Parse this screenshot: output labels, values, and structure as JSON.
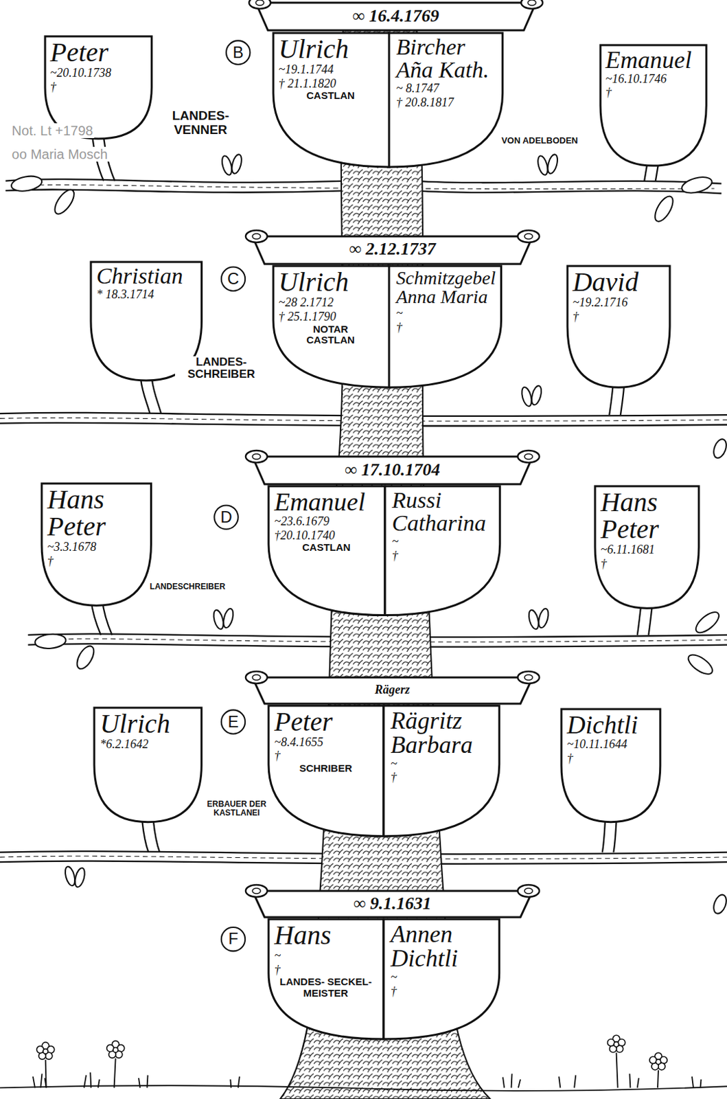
{
  "diagram": {
    "nodes": [
      {
        "text": [
          "∞ 16.4.1769"
        ]
      },
      {
        "text": [
          "Peter",
          "~20.10.1738",
          "†"
        ]
      },
      {
        "text": [
          "Ulrich",
          "~19.1.1744",
          "† 21.1.1820",
          "CASTLAN"
        ]
      },
      {
        "text": [
          "Bircher",
          "Aña Kath.",
          "~ 8.1747",
          "† 20.8.1817"
        ]
      },
      {
        "text": [
          "Emanuel",
          "~16.10.1746",
          "†"
        ]
      },
      {
        "text": [
          "∞ 2.12.1737"
        ]
      },
      {
        "text": [
          "Christian",
          "* 18.3.1714"
        ]
      },
      {
        "text": [
          "Ulrich",
          "~28 2.1712",
          "† 25.1.1790",
          "NOTAR",
          "CASTLAN"
        ]
      },
      {
        "text": [
          "Schmitzgebel",
          "Anna Maria",
          "~",
          "†"
        ]
      },
      {
        "text": [
          "David",
          "~19.2.1716",
          "†"
        ]
      },
      {
        "text": [
          "∞ 17.10.1704"
        ]
      },
      {
        "text": [
          "Hans Peter",
          "~3.3.1678",
          "†"
        ]
      },
      {
        "text": [
          "Emanuel",
          "~23.6.1679",
          "†20.10.1740",
          "CASTLAN"
        ]
      },
      {
        "text": [
          "Russi",
          "Catharina",
          "~",
          "†"
        ]
      },
      {
        "text": [
          "Hans Peter",
          "~6.11.1681",
          "†"
        ]
      },
      {
        "text": [
          "Rägerz"
        ]
      },
      {
        "text": [
          "Ulrich",
          "*6.2.1642"
        ]
      },
      {
        "text": [
          "Peter",
          "~8.4.1655",
          "†",
          "SCHRIBER"
        ]
      },
      {
        "text": [
          "Rägritz",
          "Barbara",
          "~",
          "†"
        ]
      },
      {
        "text": [
          "Dichtli",
          "~10.11.1644",
          "†"
        ]
      },
      {
        "text": [
          "∞ 9.1.1631"
        ]
      },
      {
        "text": [
          "Hans",
          "~",
          "†",
          "LANDES- SECKEL- MEISTER"
        ]
      },
      {
        "text": [
          "Annen Dichtli",
          "~",
          "†"
        ]
      }
    ],
    "labels": [
      "B",
      "LANDES- VENNER",
      "VON ADELBODEN",
      "Not. Lt +1798",
      "oo Maria Mosch",
      "C",
      "LANDES- SCHREIBER",
      "D",
      "LANDESCHREIBER",
      "E",
      "ERBAUER DER KASTLANEI",
      "F"
    ]
  }
}
